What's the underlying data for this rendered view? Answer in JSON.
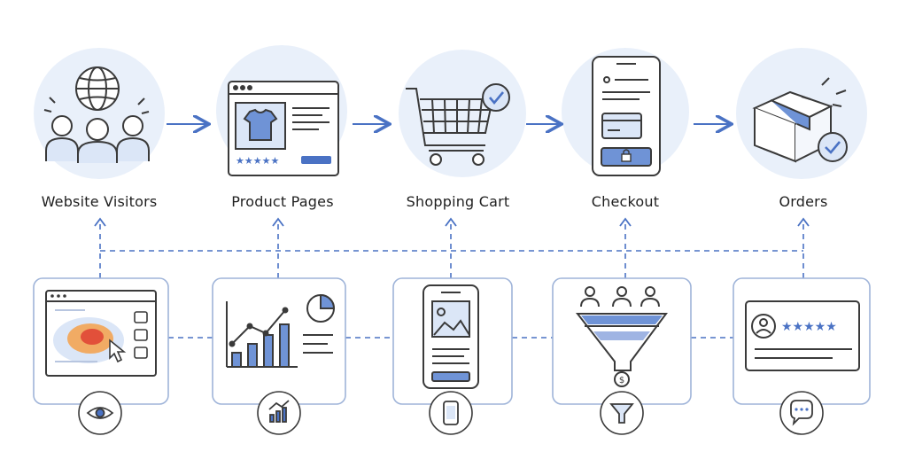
{
  "steps": [
    {
      "label": "Website Visitors",
      "icon": "visitors-globe-icon"
    },
    {
      "label": "Product Pages",
      "icon": "product-page-icon"
    },
    {
      "label": "Shopping Cart",
      "icon": "shopping-cart-icon"
    },
    {
      "label": "Checkout",
      "icon": "mobile-checkout-icon"
    },
    {
      "label": "Orders",
      "icon": "package-check-icon"
    }
  ],
  "tools": [
    {
      "card": "heatmap-card",
      "badge": "eye-icon"
    },
    {
      "card": "analytics-chart-card",
      "badge": "trend-chart-icon"
    },
    {
      "card": "mobile-page-card",
      "badge": "smartphone-icon"
    },
    {
      "card": "conversion-funnel-card",
      "badge": "funnel-icon"
    },
    {
      "card": "review-rating-card",
      "badge": "chat-bubble-icon"
    }
  ],
  "colors": {
    "accent": "#4a72c4",
    "stroke": "#3a3a3a",
    "blob": "#e9f0fa",
    "fill_light": "#dbe6f7",
    "card_border": "#9fb4d9",
    "heat_hot": "#e2503a",
    "heat_warm": "#f5a04a"
  }
}
